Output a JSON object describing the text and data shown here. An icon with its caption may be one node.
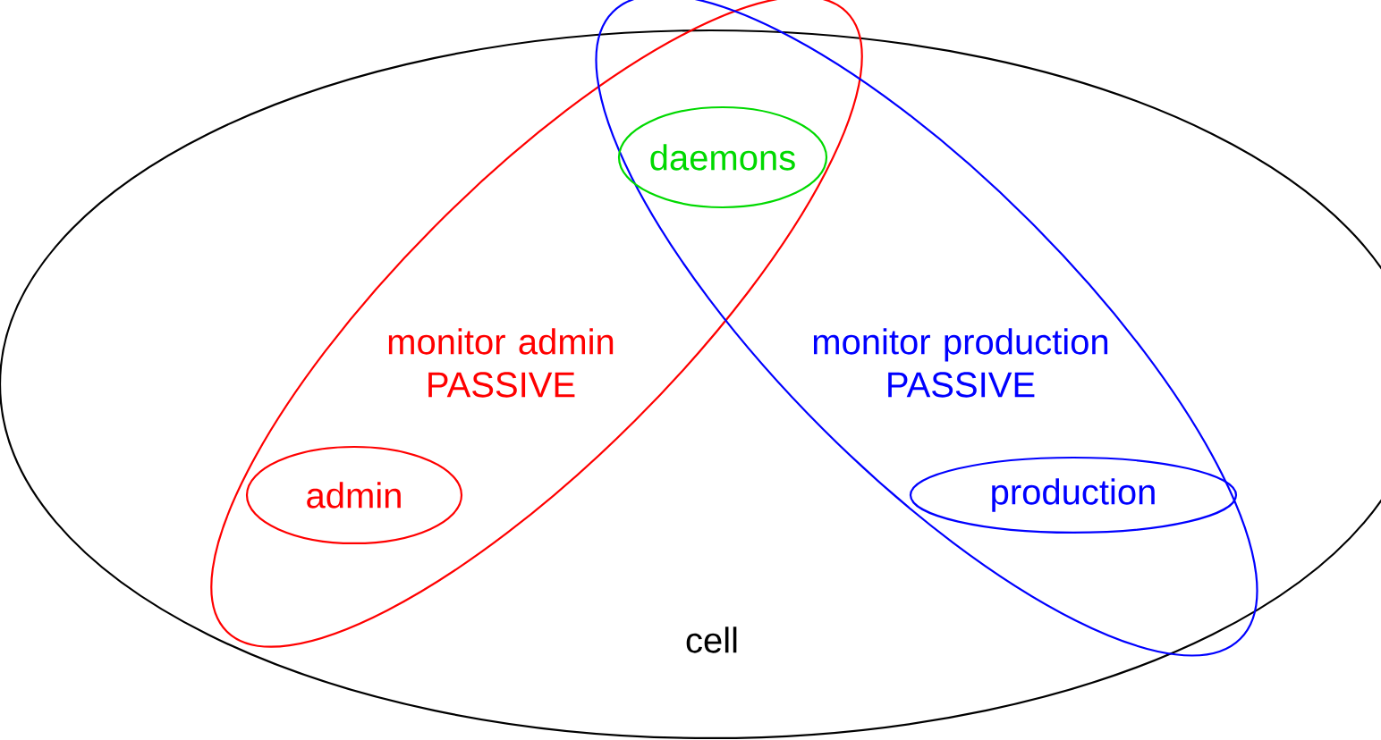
{
  "diagram": {
    "nodes": [
      {
        "text": [
          "cell"
        ]
      },
      {
        "text": [
          "monitor admin PASSIVE"
        ],
        "in": 0
      },
      {
        "text": [
          "monitor production PASSIVE"
        ],
        "in": 0
      },
      {
        "text": [
          "daemons"
        ]
      },
      {
        "text": [
          "admin"
        ],
        "in": 1
      },
      {
        "text": [
          "production"
        ],
        "in": 2
      }
    ]
  }
}
